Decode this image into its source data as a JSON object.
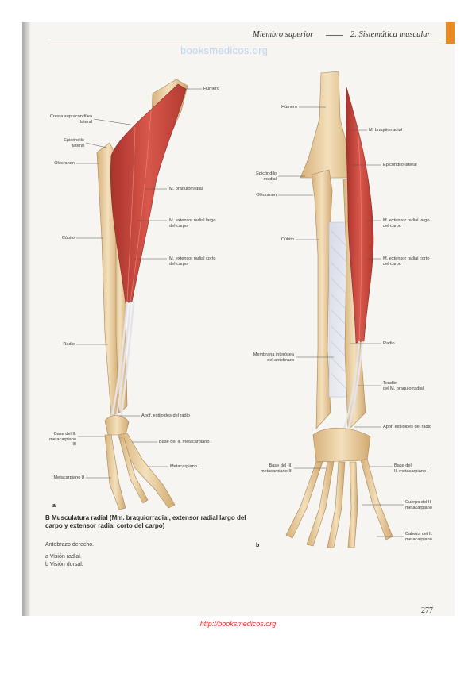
{
  "header": {
    "section": "Miembro superior",
    "chapter": "2.  Sistemática muscular"
  },
  "watermark": "booksmedicos.org",
  "figure_a": {
    "letter": "a",
    "labels": {
      "humero": "Húmero",
      "cresta": "Cresta supracondílea\nlateral",
      "epicondilo": "Epicóndilo\nlateral",
      "olecranon": "Olécranon",
      "braquiorradial": "M. braquiorradial",
      "ext_largo": "M. extensor radial largo\ndel carpo",
      "ext_corto": "M. extensor radial corto\ndel carpo",
      "cubito": "Cúbito",
      "radio": "Radio",
      "apof_estiloides": "Apof. estiloides del radio",
      "base_ii": "Base del II.\nmetacarpiano\nIII",
      "base_iii": "Base del II. metacarpiano I",
      "metacarpiano_ii": "Metacarpiano II",
      "metacarpiano_i": "Metacarpiano I"
    }
  },
  "figure_b": {
    "letter": "b",
    "labels": {
      "humero": "Húmero",
      "braquiorradial": "M. braquiorradial",
      "epicondilo_lateral": "Epicóndilo lateral",
      "epicondilo_medial": "Epicóndilo\nmedial",
      "olecranon": "Olécranon",
      "ext_largo": "M. extensor radial largo\ndel carpo",
      "ext_corto": "M. extensor radial corto\ndel carpo",
      "cubito": "Cúbito",
      "membrana": "Membrana interósea\ndel antebrazo",
      "radio": "Radio",
      "tendon": "Tendón\ndel M. braquiorradial",
      "apof_estiloides": "Apof. estiloides del radio",
      "base_iii": "Base del III.\nmetacarpiano III",
      "base_ii": "Base del\nII. metacarpiano I",
      "cuerpo": "Cuerpo del II.\nmetacarpiano",
      "cabeza": "Cabeza del II.\nmetacarpiano"
    }
  },
  "caption": {
    "title": "B  Musculatura radial (Mm. braquiorradial, extensor radial largo del carpo y extensor radial corto del carpo)",
    "subtitle": "Antebrazo derecho.",
    "item_a": "a  Visión radial.",
    "item_b": "b  Visión dorsal."
  },
  "page_number": "277",
  "footer_link": "http://booksmedicos.org",
  "colors": {
    "bone": "#e9cfa3",
    "muscle": "#c9473d",
    "tendon": "#e4e4ea",
    "link": "#e8322a"
  }
}
